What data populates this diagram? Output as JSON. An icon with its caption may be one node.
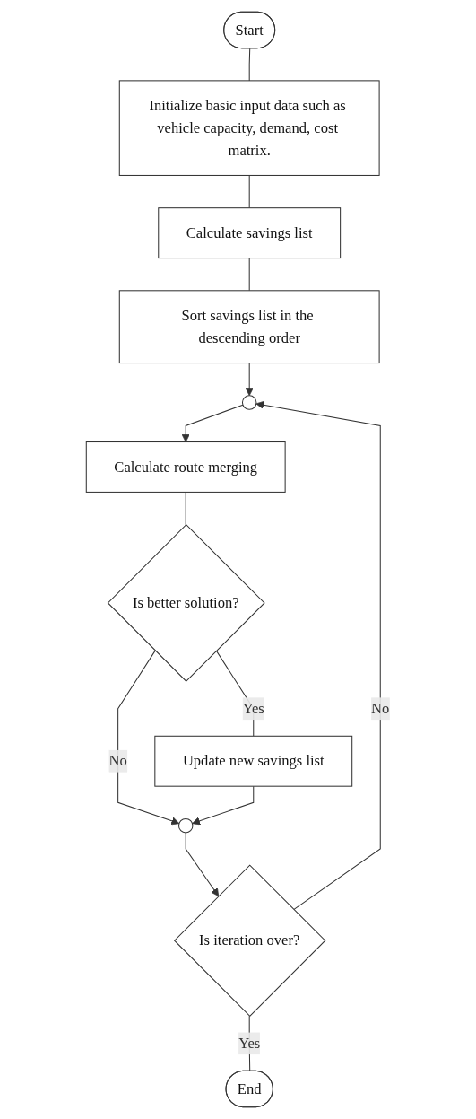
{
  "diagram": {
    "nodes": [
      {
        "text": [
          "Start"
        ]
      },
      {
        "text": [
          "Initialize basic input data such as vehicle capacity, demand, cost matrix."
        ]
      },
      {
        "text": [
          "Calculate savings list"
        ]
      },
      {
        "text": [
          "Sort savings list in the descending order"
        ]
      },
      {
        "text": [],
        "shape": "circle"
      },
      {
        "text": [
          "Calculate route merging"
        ]
      },
      {
        "text": [
          "Is better solution?"
        ]
      },
      {
        "text": [
          "Update new savings list"
        ]
      },
      {
        "text": [],
        "shape": "circle"
      },
      {
        "text": [
          "Is iteration over?"
        ]
      },
      {
        "text": [
          "End"
        ]
      }
    ],
    "edges": [
      {
        "from": 0,
        "to": 1,
        "arrow": "none"
      },
      {
        "from": 1,
        "to": 2,
        "arrow": "none"
      },
      {
        "from": 2,
        "to": 3,
        "arrow": "none"
      },
      {
        "from": 3,
        "to": 4,
        "arrow": "to"
      },
      {
        "from": 4,
        "to": 5,
        "arrow": "to"
      },
      {
        "from": 5,
        "to": 6,
        "arrow": "none"
      },
      {
        "from": 6,
        "to": 7,
        "arrow": "none",
        "label": "Yes"
      },
      {
        "from": 6,
        "to": 8,
        "arrow": "to",
        "label": "No"
      },
      {
        "from": 7,
        "to": 8,
        "arrow": "to"
      },
      {
        "from": 8,
        "to": 9,
        "arrow": "to"
      },
      {
        "from": 9,
        "to": 4,
        "arrow": "to",
        "label": "No"
      },
      {
        "from": 9,
        "to": 10,
        "arrow": "none",
        "label": "Yes"
      }
    ]
  }
}
